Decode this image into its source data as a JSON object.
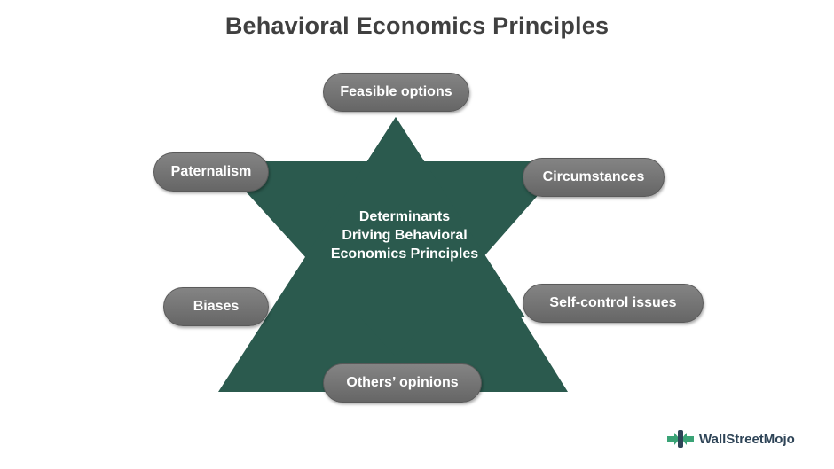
{
  "title": "Behavioral Economics Principles",
  "center": {
    "lines": [
      "Determinants",
      "Driving Behavioral",
      "Economics Principles"
    ]
  },
  "nodes": {
    "top": "Feasible options",
    "upper_left": "Paternalism",
    "upper_right": "Circumstances",
    "lower_left": "Biases",
    "lower_right": "Self-control issues",
    "bottom": "Others’ opinions"
  },
  "colors": {
    "star": "#2b5a4e",
    "pill": "#737373",
    "title": "#404040"
  },
  "logo": {
    "text": "WallStreetMojo",
    "icon": "wallstreetmojo-logo-icon"
  }
}
